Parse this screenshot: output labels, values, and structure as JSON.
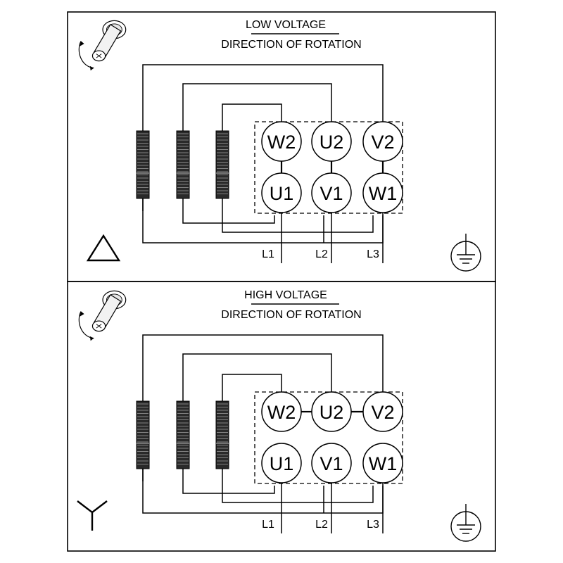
{
  "panels": [
    {
      "id": "low-voltage",
      "title": "LOW VOLTAGE",
      "subtitle": "DIRECTION OF ROTATION",
      "connection_symbol": "delta-icon",
      "terminals_top": [
        "W2",
        "U2",
        "V2"
      ],
      "terminals_bottom": [
        "U1",
        "V1",
        "W1"
      ],
      "lines": [
        "L1",
        "L2",
        "L3"
      ],
      "ground_symbol": "ground-icon",
      "rotation_symbol": "motor-rotation-icon"
    },
    {
      "id": "high-voltage",
      "title": "HIGH VOLTAGE",
      "subtitle": "DIRECTION OF ROTATION",
      "connection_symbol": "star-icon",
      "terminals_top": [
        "W2",
        "U2",
        "V2"
      ],
      "terminals_bottom": [
        "U1",
        "V1",
        "W1"
      ],
      "lines": [
        "L1",
        "L2",
        "L3"
      ],
      "ground_symbol": "ground-icon",
      "rotation_symbol": "motor-rotation-icon"
    }
  ]
}
